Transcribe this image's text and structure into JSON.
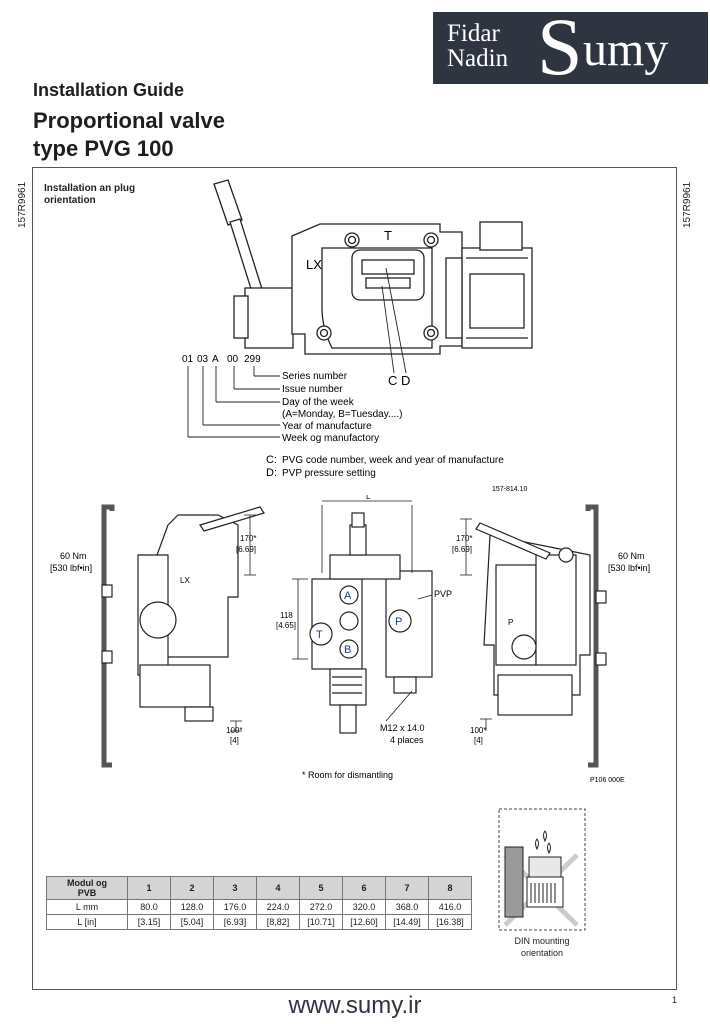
{
  "logo": {
    "line1": "Fidar",
    "line2": "Nadin",
    "big_letter": "S",
    "rest": "umy",
    "bg_color": "#2f3441"
  },
  "header": {
    "guide": "Installation Guide",
    "title_line1": "Proportional valve",
    "title_line2": "type PVG 100"
  },
  "side_code": "157R9961",
  "plug_label": "Installation an plug\norientation",
  "diagram1": {
    "labels": {
      "t": "T",
      "lx": "LX",
      "c": "C",
      "d": "D"
    },
    "code": {
      "a": "01",
      "b": "03",
      "c": "A",
      "d": "00",
      "e": "299"
    },
    "legend": [
      "Series number",
      "Issue number",
      "Day of the week",
      "(A=Monday, B=Tuesday....)",
      "Year of manufacture",
      "Week og manufactory"
    ],
    "cd": [
      {
        "key": "C:",
        "text": "PVG code number, week and year of manufacture"
      },
      {
        "key": "D:",
        "text": "PVP pressure setting"
      }
    ],
    "ref": "157-814.10"
  },
  "diagram2": {
    "left_torque": [
      "60 Nm",
      "[530 lbf•in]"
    ],
    "right_torque": [
      "60 Nm",
      "[530 lbf•in]"
    ],
    "dim_170": [
      "170*",
      "[6.69]"
    ],
    "dim_100": [
      "100*",
      "[4]"
    ],
    "dim_118": [
      "118",
      "[4.65]"
    ],
    "dim_l": "L",
    "pvp": "PVP",
    "ports": [
      "A",
      "T",
      "P",
      "B"
    ],
    "lx": "LX",
    "p": "P",
    "bolt": [
      "M12 x 14.0",
      "4 places"
    ],
    "room": "* Room for dismantling",
    "ref": "P106 000E"
  },
  "table": {
    "header": [
      "Modul og\nPVB",
      "1",
      "2",
      "3",
      "4",
      "5",
      "6",
      "7",
      "8"
    ],
    "rows": [
      [
        "L mm",
        "80.0",
        "128.0",
        "176.0",
        "224.0",
        "272.0",
        "320.0",
        "368.0",
        "416.0"
      ],
      [
        "L [in]",
        "[3.15]",
        "[5.04]",
        "[6.93]",
        "[8,82]",
        "[10.71]",
        "[12.60]",
        "[14.49]",
        "[16.38]"
      ]
    ]
  },
  "din_label": "DIN mounting\norientation",
  "footer": {
    "url": "www.sumy.ir",
    "page": "1"
  }
}
